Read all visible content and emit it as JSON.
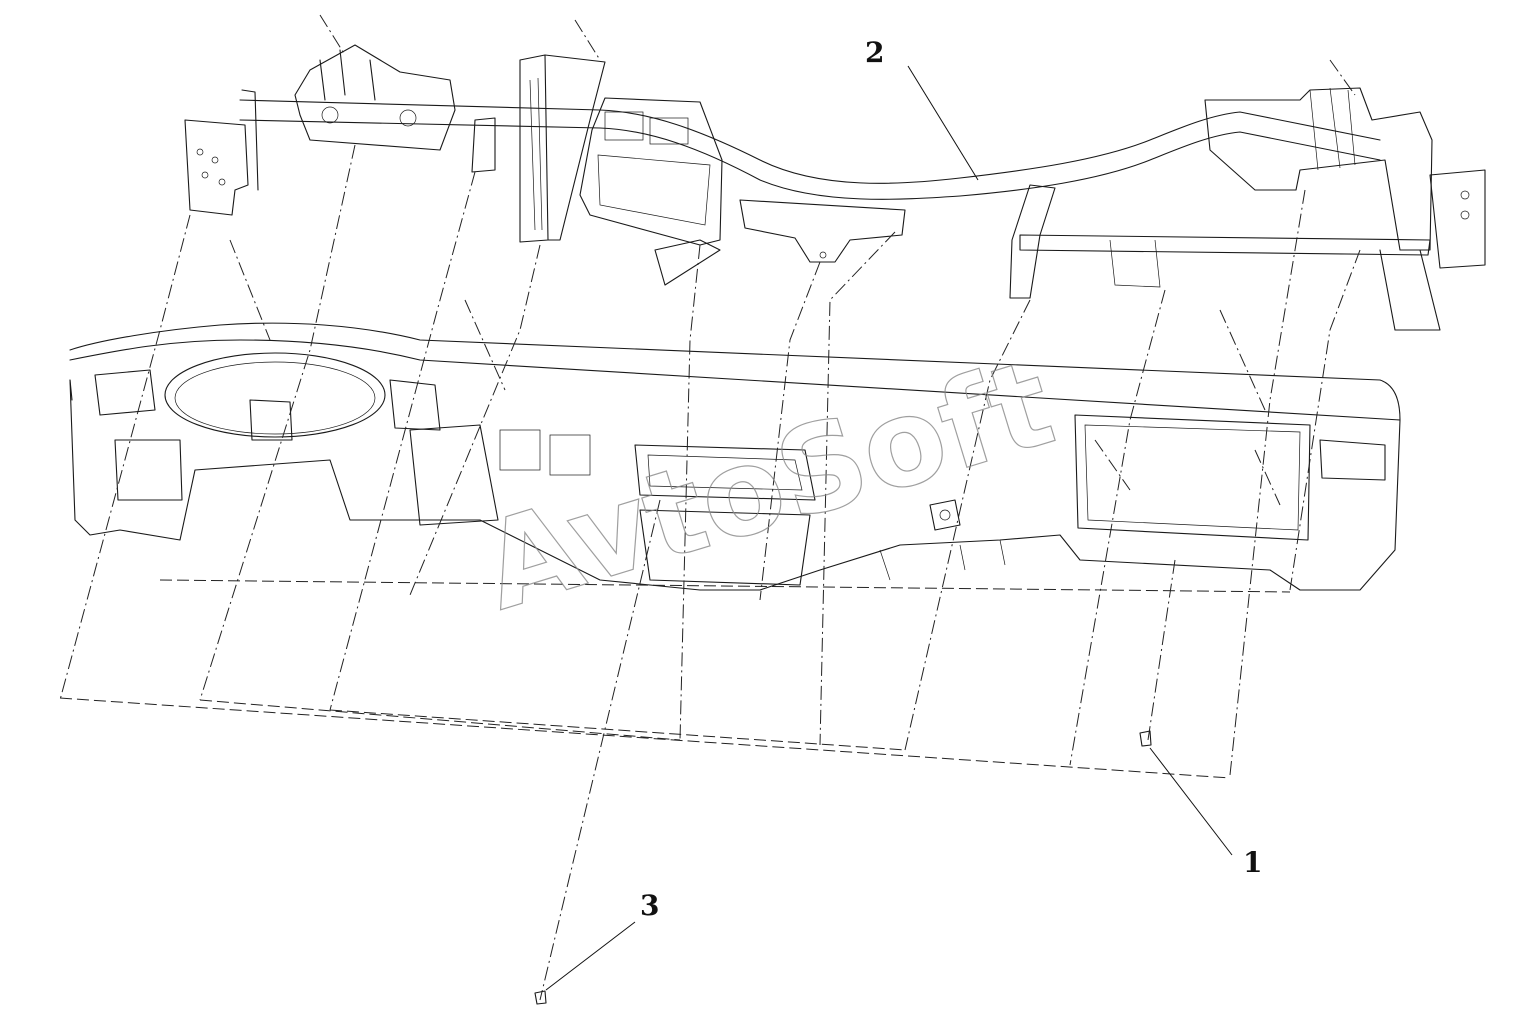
{
  "watermark": "AvtoSoft",
  "callouts": [
    {
      "id": "1",
      "label": "1"
    },
    {
      "id": "2",
      "label": "2"
    },
    {
      "id": "3",
      "label": "3"
    }
  ],
  "parts": [
    {
      "callout": "1",
      "name": "fastener-screw-right"
    },
    {
      "callout": "2",
      "name": "cross-car-beam"
    },
    {
      "callout": "3",
      "name": "fastener-screw-lower"
    }
  ]
}
